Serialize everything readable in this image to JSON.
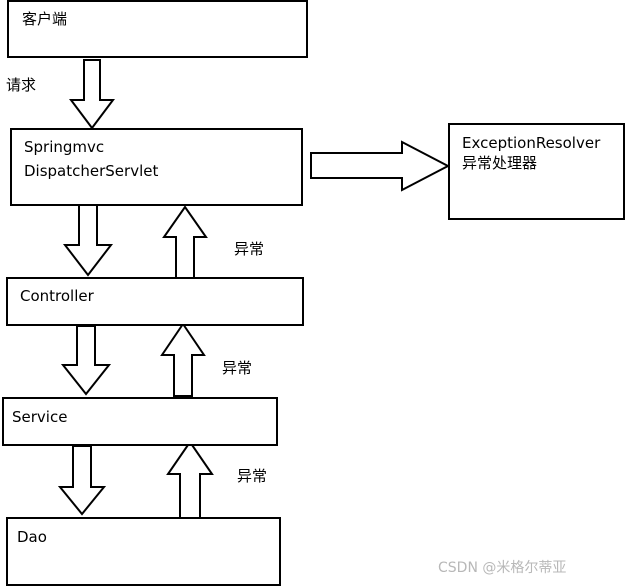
{
  "nodes": {
    "client": "客户端",
    "dispatcher_line1": "Springmvc",
    "dispatcher_line2": "DispatcherServlet",
    "resolver_line1": "ExceptionResolver",
    "resolver_line2": "异常处理器",
    "controller": "Controller",
    "service": "Service",
    "dao": "Dao"
  },
  "edge_labels": {
    "request": "请求",
    "exception_1": "异常",
    "exception_2": "异常",
    "exception_3": "异常"
  },
  "watermark": "CSDN @米格尔蒂亚",
  "colors": {
    "line": "#000000",
    "fill": "#ffffff",
    "watermark": "#b8b8b8"
  }
}
